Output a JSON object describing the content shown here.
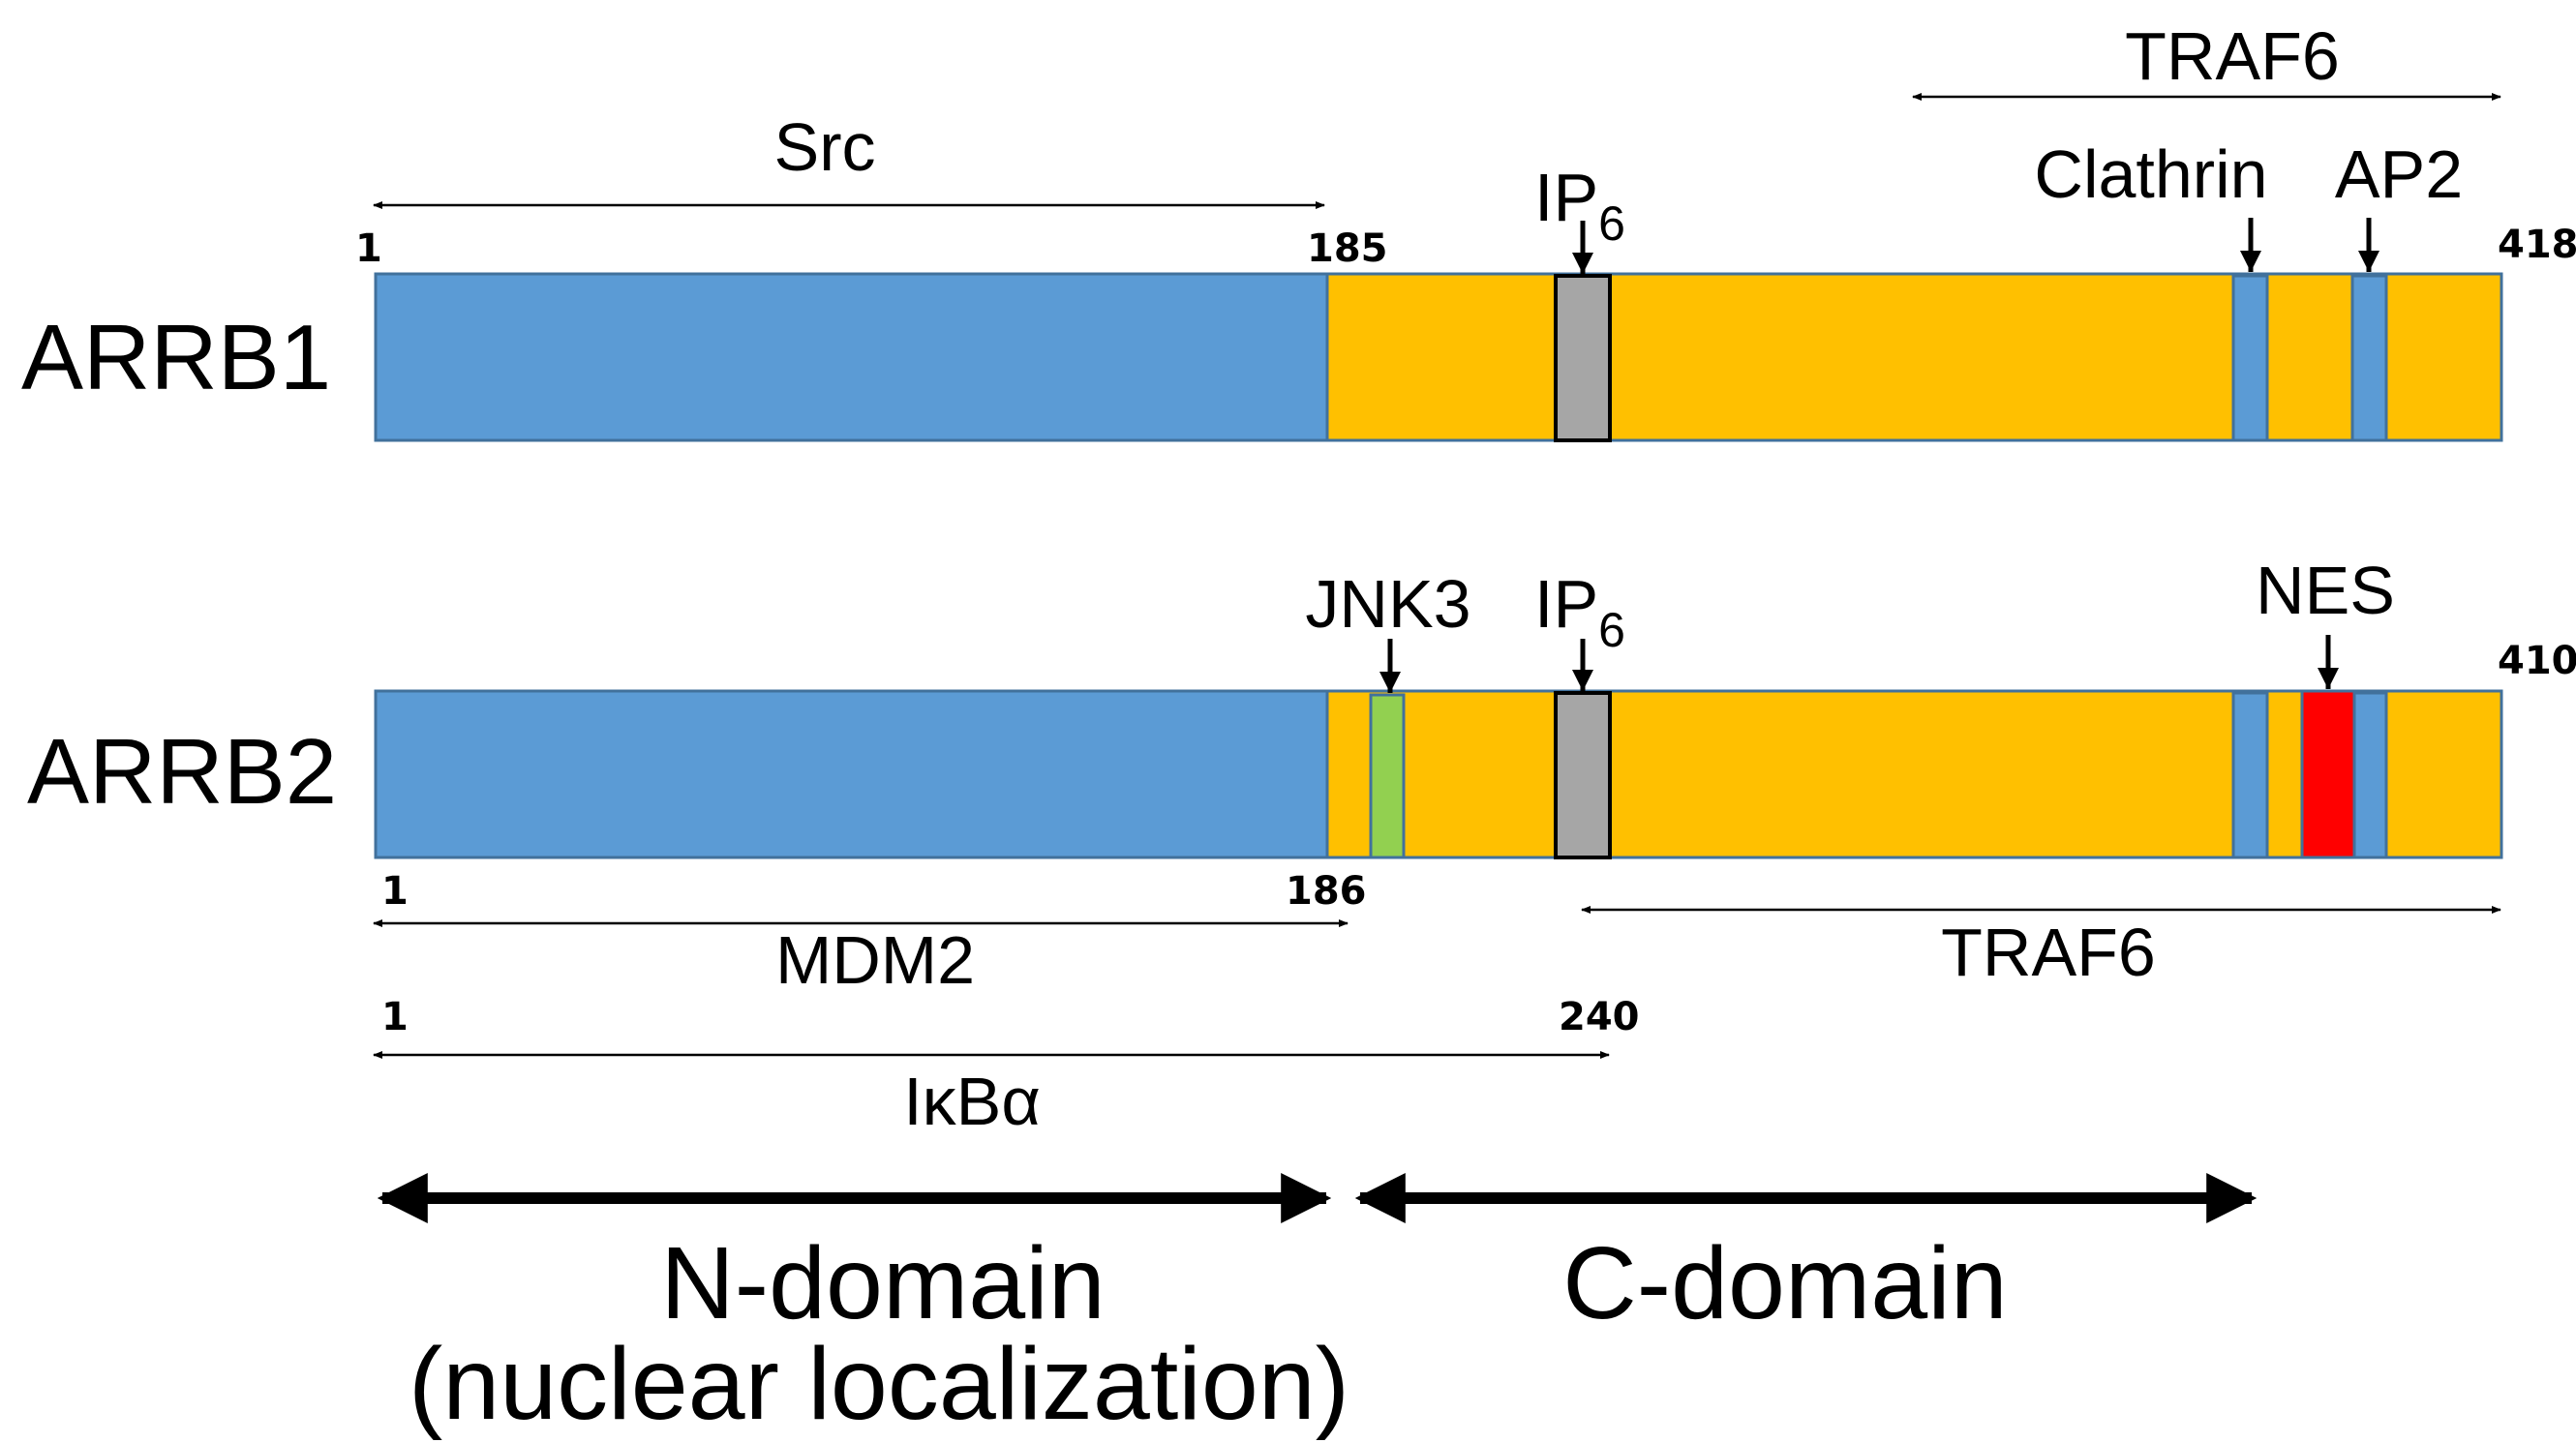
{
  "colors": {
    "n_domain": "#5b9bd5",
    "c_domain": "#ffc000",
    "ip6_site": "#a6a6a6",
    "jnk3_site": "#92d050",
    "nes_site": "#ff0000",
    "outline": "#41719c",
    "line": "#000000"
  },
  "proteins": [
    {
      "name": "ARRB1",
      "start": "1",
      "boundary": "185",
      "end": "418"
    },
    {
      "name": "ARRB2",
      "start": "1",
      "boundary": "186",
      "end": "410"
    }
  ],
  "sites": {
    "arrb1_ip6": "IP",
    "arrb1_ip6_sub": "6",
    "clathrin": "Clathrin",
    "ap2": "AP2",
    "jnk3": "JNK3",
    "arrb2_ip6": "IP",
    "arrb2_ip6_sub": "6",
    "nes": "NES"
  },
  "ranges": {
    "arrb1_src": {
      "label": "Src"
    },
    "arrb1_traf6": {
      "label": "TRAF6"
    },
    "arrb2_mdm2": {
      "label": "MDM2",
      "start": "1",
      "end": "186"
    },
    "arrb2_traf6": {
      "label": "TRAF6"
    },
    "arrb2_ikba": {
      "label": "IκBα",
      "start": "1",
      "end": "240"
    }
  },
  "domains": {
    "n_title": "N-domain",
    "n_subtitle": "(nuclear localization)",
    "c_title": "C-domain"
  }
}
